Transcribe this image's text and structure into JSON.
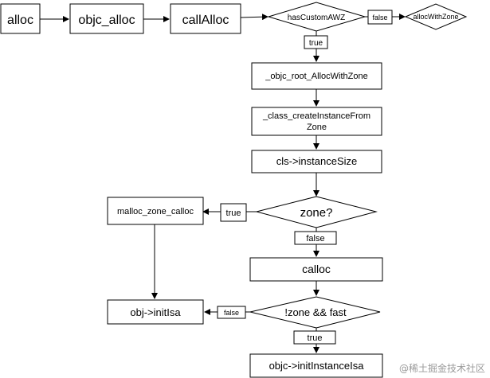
{
  "nodes": {
    "alloc": "alloc",
    "objc_alloc": "objc_alloc",
    "callAlloc": "callAlloc",
    "hasCustomAWZ": "hasCustomAWZ",
    "allocWithZone": "allocWithZone",
    "objc_root_AllocWithZone": "_objc_root_AllocWithZone",
    "class_createInstanceFromZone_line1": "_class_createInstanceFrom",
    "class_createInstanceFromZone_line2": "Zone",
    "instanceSize": "cls->instanceSize",
    "zone_decision": "zone?",
    "malloc_zone_calloc": "malloc_zone_calloc",
    "calloc": "calloc",
    "zone_fast_decision": "!zone && fast",
    "initIsa": "obj->initIsa",
    "initInstanceIsa": "objc->initInstanceIsa"
  },
  "edge_labels": {
    "awz_false": "false",
    "awz_true": "true",
    "zone_true": "true",
    "zone_false": "false",
    "fast_false": "false",
    "fast_true": "true"
  },
  "watermark": "@稀土掘金技术社区"
}
